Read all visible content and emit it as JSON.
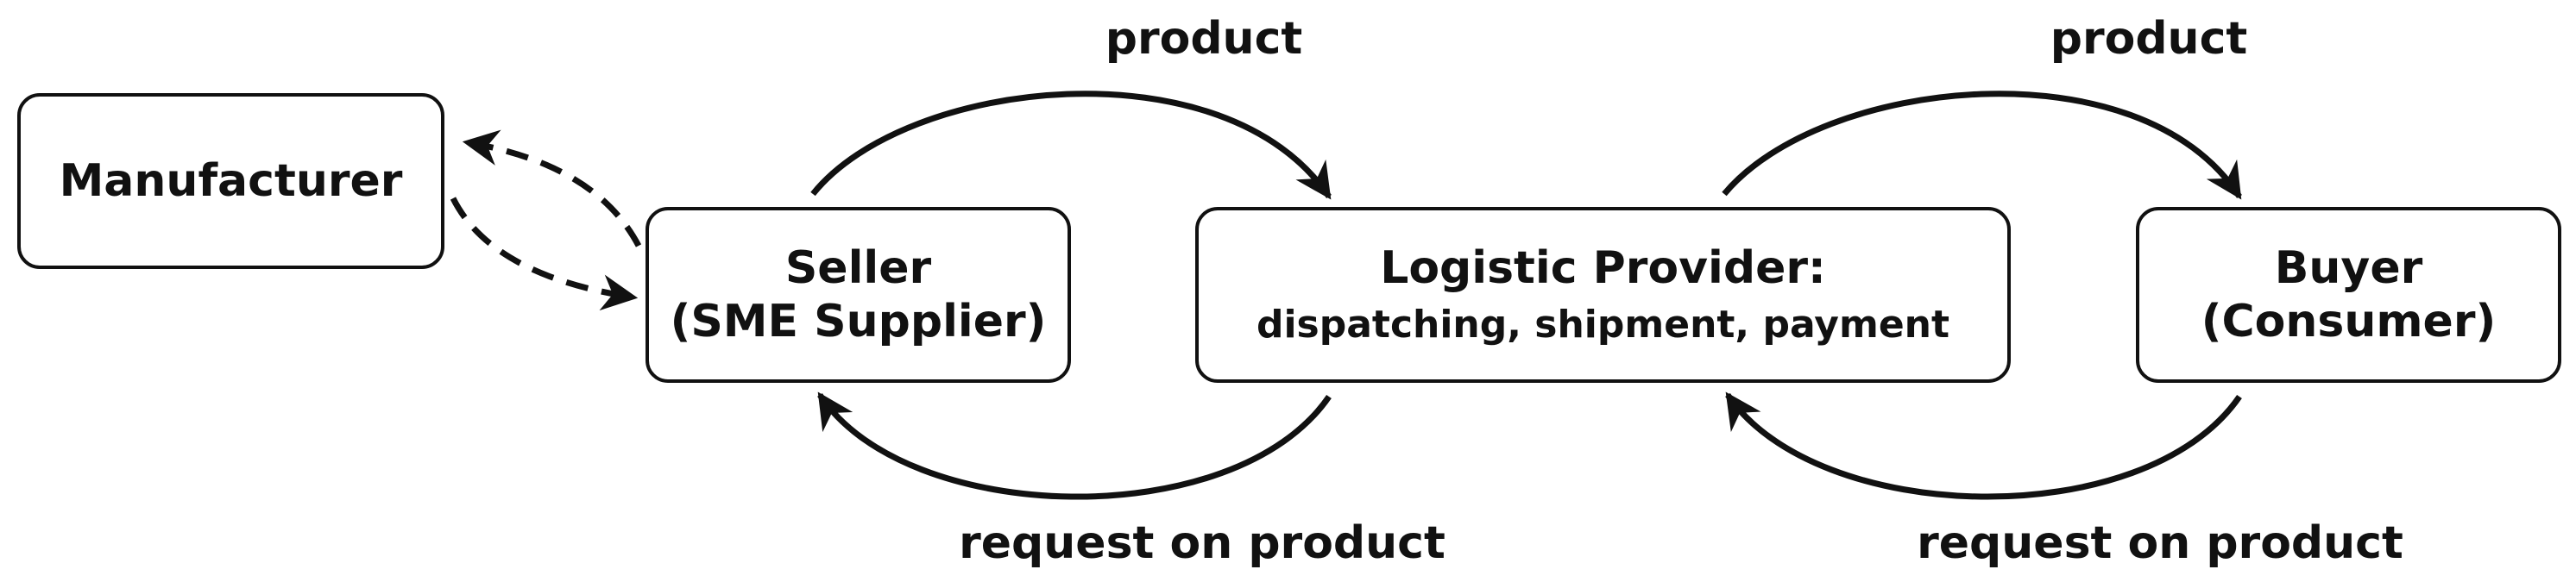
{
  "nodes": {
    "manufacturer": {
      "label": "Manufacturer"
    },
    "seller": {
      "line1": "Seller",
      "line2": "(SME Supplier)"
    },
    "logistic": {
      "line1": "Logistic Provider:",
      "line2": "dispatching, shipment, payment"
    },
    "buyer": {
      "line1": "Buyer",
      "line2": "(Consumer)"
    }
  },
  "edges": {
    "seller_to_logistic": "product",
    "logistic_to_buyer": "product",
    "logistic_to_seller": "request on product",
    "buyer_to_logistic": "request on product"
  }
}
